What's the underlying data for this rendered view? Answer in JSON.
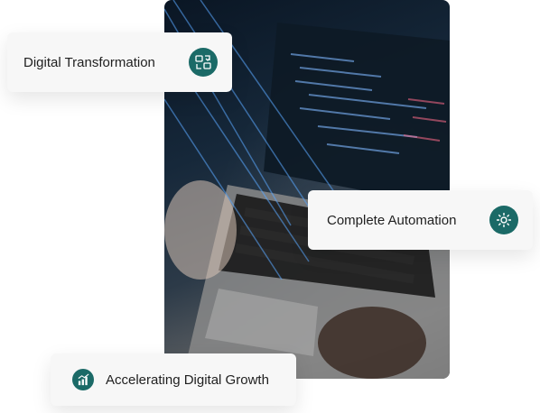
{
  "cards": {
    "digital_transformation": {
      "label": "Digital Transformation",
      "icon": "digital-transformation-icon"
    },
    "complete_automation": {
      "label": "Complete Automation",
      "icon": "automation-gear-icon"
    },
    "accelerating_growth": {
      "label": "Accelerating Digital Growth",
      "icon": "growth-chart-icon"
    }
  },
  "colors": {
    "accent": "#1b6a67",
    "card_background": "#f7f7f7",
    "text": "#1f1f1f"
  }
}
